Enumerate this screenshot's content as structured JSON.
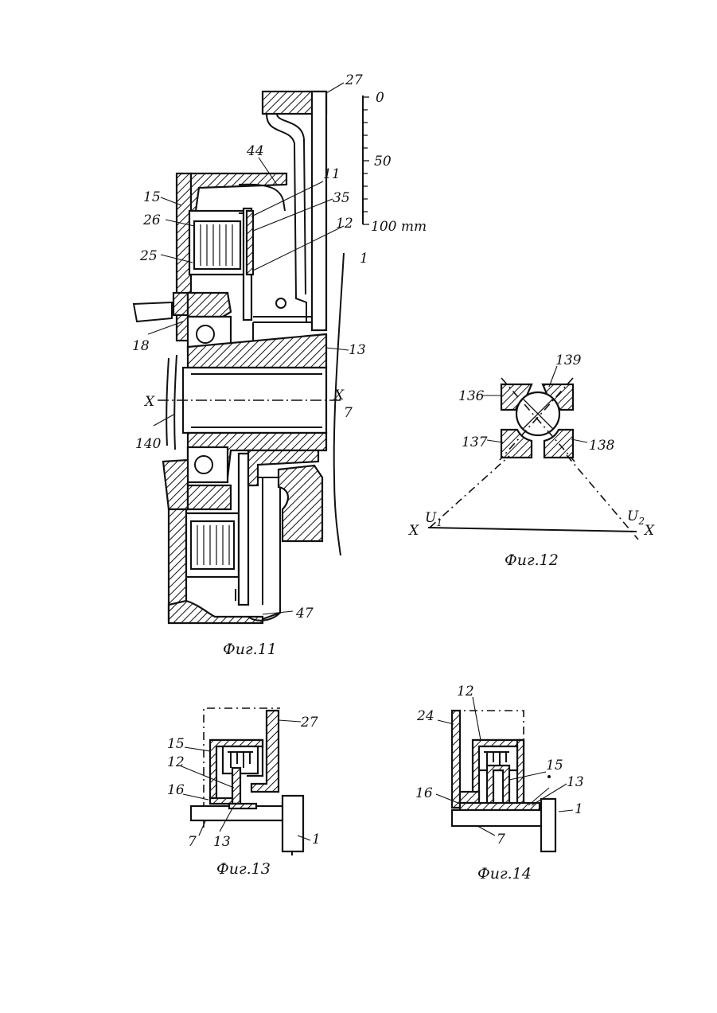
{
  "fig11": {
    "caption": "Фиг.11",
    "labels": {
      "n27": "27",
      "n44": "44",
      "n11": "11",
      "n35": "35",
      "n12": "12",
      "n15": "15",
      "n26": "26",
      "n25": "25",
      "n1": "1",
      "n18": "18",
      "n13": "13",
      "x_left": "X",
      "x_right": "X",
      "n7": "7",
      "n140": "140",
      "n47": "47"
    },
    "scale": {
      "t0": "0",
      "t50": "50",
      "t100": "100 mm"
    }
  },
  "fig12": {
    "caption": "Фиг.12",
    "labels": {
      "n139": "139",
      "n136": "136",
      "n137": "137",
      "n138": "138",
      "x_left": "X",
      "x_right": "X",
      "u1": "U",
      "u1_sub": "1",
      "u2": "U",
      "u2_sub": "2"
    }
  },
  "fig13": {
    "caption": "Фиг.13",
    "labels": {
      "n27": "27",
      "n15": "15",
      "n12": "12",
      "n16": "16",
      "n7": "7",
      "n13": "13",
      "n1": "1"
    }
  },
  "fig14": {
    "caption": "Фиг.14",
    "labels": {
      "n12": "12",
      "n24": "24",
      "n15": "15",
      "n13": "13",
      "n16": "16",
      "n1": "1",
      "n7": "7"
    }
  }
}
